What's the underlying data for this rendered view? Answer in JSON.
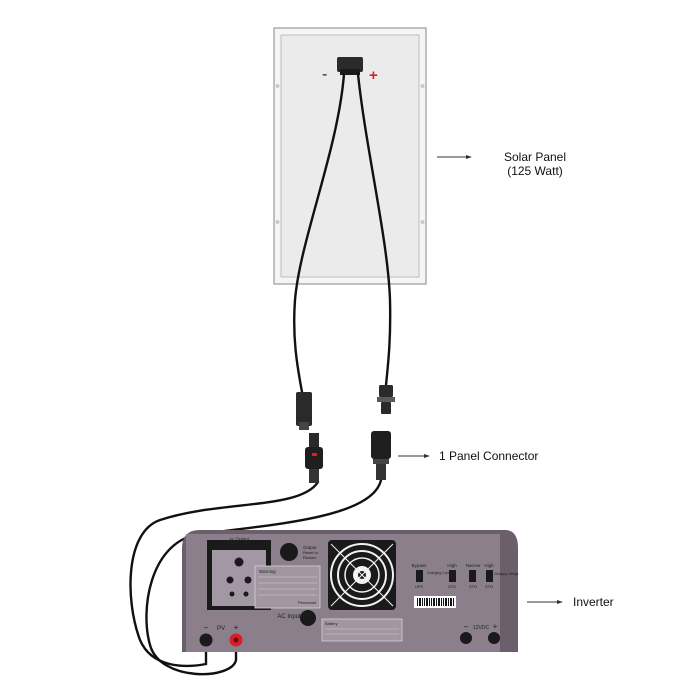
{
  "panel": {
    "name": "Solar Panel",
    "spec": "(125 Watt)",
    "neg_symbol": "-",
    "pos_symbol": "+"
  },
  "connector": {
    "label": "1 Panel Connector"
  },
  "inverter": {
    "label": "Inverter",
    "ac_output_label": "Ac Output",
    "ac_output_spec": "210-250V T10%",
    "output_reset_label": "Output Reset to Restart",
    "warning_label": "Warning",
    "personnel_label": "Personnel",
    "ac_input_label": "AC Input",
    "battery_label": "Battery",
    "pv_label": "PV",
    "pv_neg": "–",
    "pv_pos": "+",
    "dc_label": "12VDC",
    "dc_neg": "–",
    "dc_pos": "+",
    "switches": [
      {
        "top": "Bypass",
        "bottom": "UPS",
        "side": "Charging Current"
      },
      {
        "top": "High",
        "bottom": "STD",
        "side": ""
      },
      {
        "top": "Narrow",
        "bottom": "STD",
        "side": ""
      },
      {
        "top": "High",
        "bottom": "STD",
        "side": "Charging Voltage"
      }
    ]
  },
  "colors": {
    "frame": "#b9b9b9",
    "panel_fill": "#ececec",
    "inverter_body": "#6b5f6c",
    "inverter_face": "#8a7f8b",
    "cable": "#111111",
    "positive_red": "#d81f26"
  }
}
